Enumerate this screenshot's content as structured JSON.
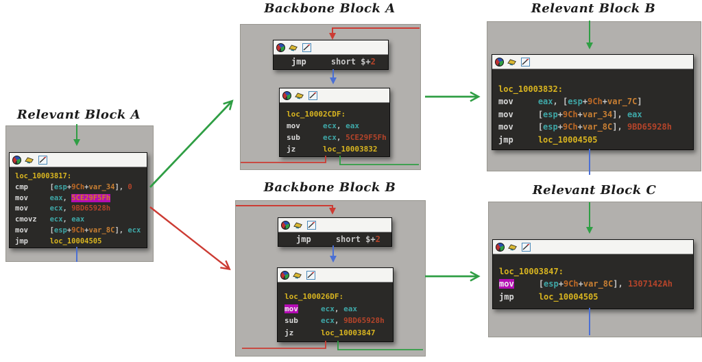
{
  "figure_titles": {
    "relevant_a": "Relevant Block A",
    "backbone_a": "Backbone Block A",
    "relevant_b": "Relevant Block B",
    "backbone_b": "Backbone Block B",
    "relevant_c": "Relevant Block C"
  },
  "colors": {
    "label": "#d9b520",
    "mnemonic": "#d8d8d8",
    "register": "#3fa7a7",
    "number": "#bf6a26",
    "variable": "#c87f33",
    "immediate": "#b4442a",
    "punct": "#c8c8c8",
    "highlight_bg": "#b50cb5",
    "edge_green": "#2f9e44",
    "edge_red": "#cc3b33",
    "edge_blue": "#4a6fd4",
    "panel_bg": "#b2b0ad",
    "block_bg": "#2a2927",
    "titlebar_bg": "#f4f4f2"
  },
  "icons": {
    "pie": "pie-chart-icon",
    "write": "write-icon",
    "chart": "chart-icon"
  },
  "blocks": {
    "relevant_a": {
      "lines": [
        [
          [
            "loc_10003817:",
            "lbl"
          ]
        ],
        [
          [
            "cmp",
            "mn"
          ],
          [
            "     ",
            "pl"
          ],
          [
            "[",
            "pl"
          ],
          [
            "esp",
            "reg"
          ],
          [
            "+",
            "pl"
          ],
          [
            "9Ch",
            "num"
          ],
          [
            "+",
            "pl"
          ],
          [
            "var_34",
            "var"
          ],
          [
            "], ",
            "pl"
          ],
          [
            "0",
            "imm"
          ]
        ],
        [
          [
            "mov",
            "mn"
          ],
          [
            "     ",
            "pl"
          ],
          [
            "eax",
            "reg"
          ],
          [
            ", ",
            "pl"
          ],
          [
            "5CE29F5Fh",
            "selimm"
          ]
        ],
        [
          [
            "mov",
            "mn"
          ],
          [
            "     ",
            "pl"
          ],
          [
            "ecx",
            "reg"
          ],
          [
            ", ",
            "pl"
          ],
          [
            "9BD65928h",
            "imm"
          ]
        ],
        [
          [
            "cmovz",
            "mn"
          ],
          [
            "   ",
            "pl"
          ],
          [
            "ecx",
            "reg"
          ],
          [
            ", ",
            "pl"
          ],
          [
            "eax",
            "reg"
          ]
        ],
        [
          [
            "mov",
            "mn"
          ],
          [
            "     ",
            "pl"
          ],
          [
            "[",
            "pl"
          ],
          [
            "esp",
            "reg"
          ],
          [
            "+",
            "pl"
          ],
          [
            "9Ch",
            "num"
          ],
          [
            "+",
            "pl"
          ],
          [
            "var_8C",
            "var"
          ],
          [
            "], ",
            "pl"
          ],
          [
            "ecx",
            "reg"
          ]
        ],
        [
          [
            "jmp",
            "mn"
          ],
          [
            "     ",
            "pl"
          ],
          [
            "loc_10004505",
            "lbl"
          ]
        ]
      ]
    },
    "backbone_a_jmp": {
      "lines": [
        [
          [
            "jmp",
            "mn"
          ],
          [
            "     ",
            "pl"
          ],
          [
            "short ",
            "pl"
          ],
          [
            "$+",
            "pl"
          ],
          [
            "2",
            "imm"
          ]
        ]
      ]
    },
    "backbone_a_cmp": {
      "lines": [
        [
          [
            "loc_10002CDF:",
            "lbl"
          ]
        ],
        [
          [
            "mov",
            "mn"
          ],
          [
            "     ",
            "pl"
          ],
          [
            "ecx",
            "reg"
          ],
          [
            ", ",
            "pl"
          ],
          [
            "eax",
            "reg"
          ]
        ],
        [
          [
            "sub",
            "mn"
          ],
          [
            "     ",
            "pl"
          ],
          [
            "ecx",
            "reg"
          ],
          [
            ", ",
            "pl"
          ],
          [
            "5CE29F5Fh",
            "imm"
          ]
        ],
        [
          [
            "jz",
            "mn"
          ],
          [
            "      ",
            "pl"
          ],
          [
            "loc_10003832",
            "lbl"
          ]
        ]
      ]
    },
    "relevant_b": {
      "lines": [
        [
          [
            "loc_10003832:",
            "lbl"
          ]
        ],
        [
          [
            "mov",
            "mn"
          ],
          [
            "     ",
            "pl"
          ],
          [
            "eax",
            "reg"
          ],
          [
            ", [",
            "pl"
          ],
          [
            "esp",
            "reg"
          ],
          [
            "+",
            "pl"
          ],
          [
            "9Ch",
            "num"
          ],
          [
            "+",
            "pl"
          ],
          [
            "var_7C",
            "var"
          ],
          [
            "]",
            "pl"
          ]
        ],
        [
          [
            "mov",
            "mn"
          ],
          [
            "     ",
            "pl"
          ],
          [
            "[",
            "pl"
          ],
          [
            "esp",
            "reg"
          ],
          [
            "+",
            "pl"
          ],
          [
            "9Ch",
            "num"
          ],
          [
            "+",
            "pl"
          ],
          [
            "var_34",
            "var"
          ],
          [
            "], ",
            "pl"
          ],
          [
            "eax",
            "reg"
          ]
        ],
        [
          [
            "mov",
            "mn"
          ],
          [
            "     ",
            "pl"
          ],
          [
            "[",
            "pl"
          ],
          [
            "esp",
            "reg"
          ],
          [
            "+",
            "pl"
          ],
          [
            "9Ch",
            "num"
          ],
          [
            "+",
            "pl"
          ],
          [
            "var_8C",
            "var"
          ],
          [
            "], ",
            "pl"
          ],
          [
            "9BD65928h",
            "imm"
          ]
        ],
        [
          [
            "jmp",
            "mn"
          ],
          [
            "     ",
            "pl"
          ],
          [
            "loc_10004505",
            "lbl"
          ]
        ]
      ]
    },
    "backbone_b_jmp": {
      "lines": [
        [
          [
            "jmp",
            "mn"
          ],
          [
            "     ",
            "pl"
          ],
          [
            "short ",
            "pl"
          ],
          [
            "$+",
            "pl"
          ],
          [
            "2",
            "imm"
          ]
        ]
      ]
    },
    "backbone_b_cmp": {
      "lines": [
        [
          [
            "loc_100026DF:",
            "lbl"
          ]
        ],
        [
          [
            "mov",
            "selmn"
          ],
          [
            "     ",
            "pl"
          ],
          [
            "ecx",
            "reg"
          ],
          [
            ", ",
            "pl"
          ],
          [
            "eax",
            "reg"
          ]
        ],
        [
          [
            "sub",
            "mn"
          ],
          [
            "     ",
            "pl"
          ],
          [
            "ecx",
            "reg"
          ],
          [
            ", ",
            "pl"
          ],
          [
            "9BD65928h",
            "imm"
          ]
        ],
        [
          [
            "jz",
            "mn"
          ],
          [
            "      ",
            "pl"
          ],
          [
            "loc_10003847",
            "lbl"
          ]
        ]
      ]
    },
    "relevant_c": {
      "lines": [
        [
          [
            "loc_10003847:",
            "lbl"
          ]
        ],
        [
          [
            "mov",
            "selmn"
          ],
          [
            "     ",
            "pl"
          ],
          [
            "[",
            "pl"
          ],
          [
            "esp",
            "reg"
          ],
          [
            "+",
            "pl"
          ],
          [
            "9Ch",
            "num"
          ],
          [
            "+",
            "pl"
          ],
          [
            "var_8C",
            "var"
          ],
          [
            "], ",
            "pl"
          ],
          [
            "1307142Ah",
            "imm"
          ]
        ],
        [
          [
            "jmp",
            "mn"
          ],
          [
            "     ",
            "pl"
          ],
          [
            "loc_10004505",
            "lbl"
          ]
        ]
      ]
    }
  }
}
